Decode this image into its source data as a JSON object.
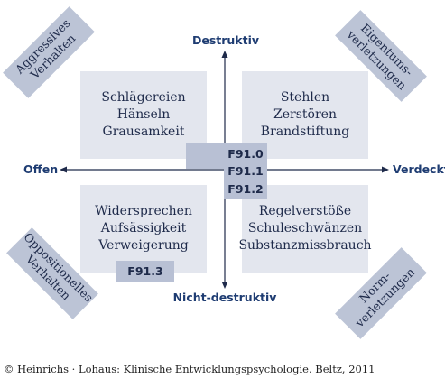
{
  "axes": {
    "top": "Destruktiv",
    "bottom": "Nicht-destruktiv",
    "left": "Offen",
    "right": "Verdeckt"
  },
  "quadrants": {
    "top_left": [
      "Schlägereien",
      "Hänseln",
      "Grausamkeit"
    ],
    "top_right": [
      "Stehlen",
      "Zerstören",
      "Brandstiftung"
    ],
    "bottom_left": [
      "Widersprechen",
      "Aufsässigkeit",
      "Verweigerung"
    ],
    "bottom_right": [
      "Regelverstöße",
      "Schuleschwänzen",
      "Substanzmissbrauch"
    ]
  },
  "codes": {
    "center": [
      "F91.0",
      "F91.1",
      "F91.2"
    ],
    "bottom_left": "F91.3"
  },
  "corners": {
    "top_left": [
      "Aggressives",
      "Verhalten"
    ],
    "top_right": [
      "Eigentums-",
      "verletzungen"
    ],
    "bottom_left": [
      "Oppositionelles",
      "Verhalten"
    ],
    "bottom_right": [
      "Norm-",
      "verletzungen"
    ]
  },
  "credit": "© Heinrichs · Lohaus: Klinische Entwicklungspsychologie.  Beltz, 2011",
  "colors": {
    "quadrant_fill": "#e3e6ee",
    "code_fill": "#b8c0d4",
    "corner_fill": "#bcc4d6",
    "axis_line": "#1e2a4a",
    "axis_label": "#1e3c72"
  }
}
